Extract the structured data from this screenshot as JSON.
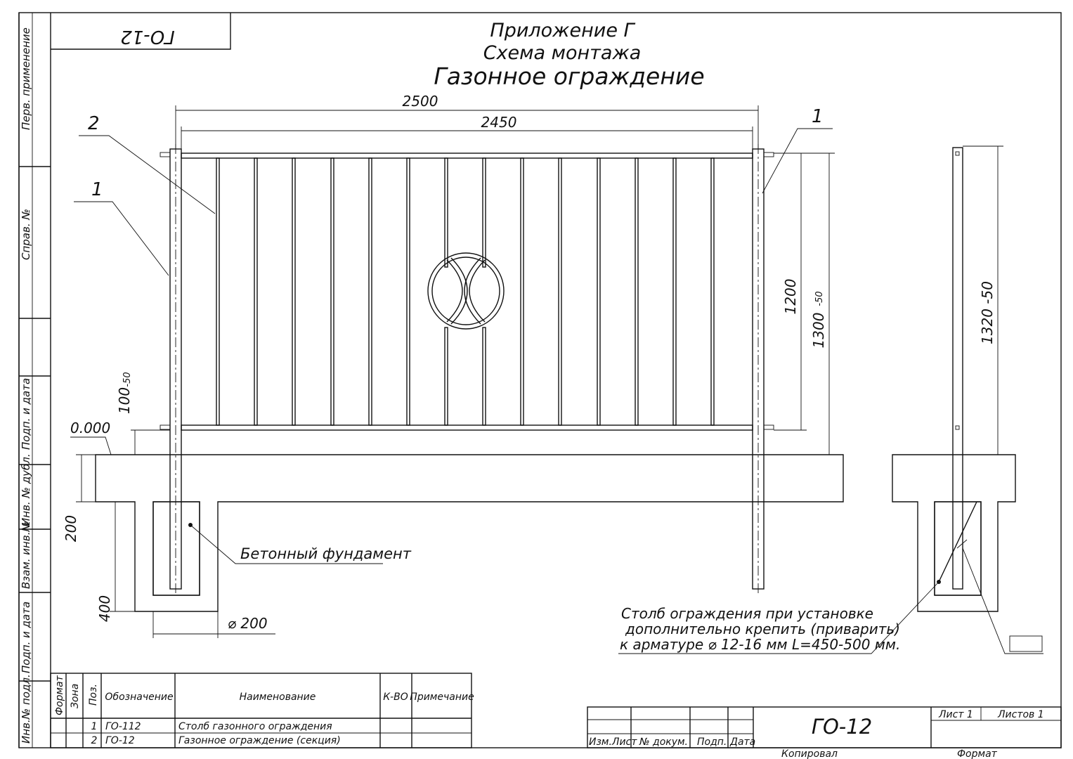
{
  "stamp_code": "ГО-12",
  "header": {
    "appendix": "Приложение Г",
    "subtitle": "Схема монтажа",
    "title": "Газонное ограждение"
  },
  "side_labels": {
    "perv_primenenie": "Перв. применение",
    "sprav_no": "Справ. №",
    "podp_data_1": "Подп. и дата",
    "inv_dubl": "Инв. № дубл.",
    "vzam_inv": "Взам. инв.№",
    "podp_data_2": "Подп. и дата",
    "inv_podl": "Инв.№ подл."
  },
  "dimensions": {
    "d2500": "2500",
    "d2450": "2450",
    "d1200": "1200",
    "d1300": "1300",
    "d1300_tol": "-50",
    "d1320": "1320 -50",
    "d100": "100",
    "d100_tol": "-50",
    "d0000": "0.000",
    "d200": "200",
    "d400": "400",
    "dia200": "⌀ 200"
  },
  "callouts": {
    "pos2": "2",
    "pos1_left": "1",
    "pos1_right": "1",
    "foundation": "Бетонный фундамент",
    "note_line1": "Столб ограждения при установке",
    "note_line2": "дополнительно крепить (приварить)",
    "note_line3": "к арматуре ⌀ 12-16 мм L=450-500 мм."
  },
  "spec_table": {
    "headers": {
      "format": "Формат",
      "zone": "Зона",
      "pos": "Поз.",
      "designation": "Обозначение",
      "name": "Наименование",
      "qty": "К-ВО",
      "note": "Примечание"
    },
    "rows": [
      {
        "pos": "1",
        "designation": "ГО-112",
        "name": "Столб газонного ограждения"
      },
      {
        "pos": "2",
        "designation": "ГО-12",
        "name": "Газонное ограждение (секция)"
      }
    ]
  },
  "title_block": {
    "code": "ГО-12",
    "sheet": "Лист 1",
    "sheets": "Листов 1",
    "izm_list": "Изм.Лист",
    "no_dokum": "№ докум.",
    "podp": "Подп.",
    "data": "Дата",
    "kopiroval": "Копировал",
    "format": "Формат"
  }
}
